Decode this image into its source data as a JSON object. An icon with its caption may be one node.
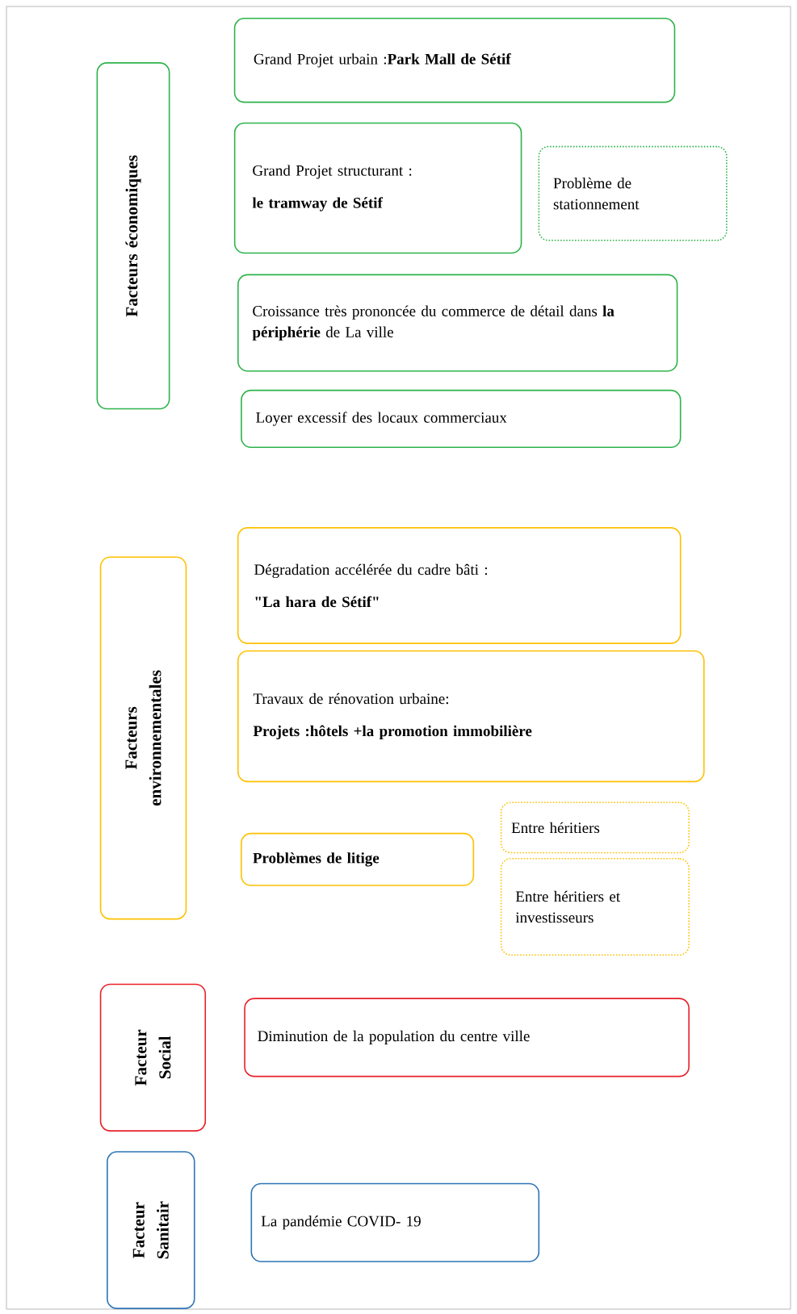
{
  "diagram": {
    "nodes": [
      {
        "text": [
          "Facteurs économiques"
        ]
      },
      {
        "text": [
          "Grand Projet urbain :**Park Mall de Sétif**"
        ]
      },
      {
        "text": [
          "Grand Projet structurant :",
          "le tramway  de Sétif"
        ]
      },
      {
        "text": [
          "Problème de stationnement"
        ]
      },
      {
        "text": [
          "Croissance très prononcée du commerce de détail dans **la périphérie** de La ville"
        ]
      },
      {
        "text": [
          "Loyer excessif des locaux commerciaux"
        ]
      },
      {
        "text": [
          "Facteurs environnementales"
        ]
      },
      {
        "text": [
          "Dégradation accélérée du cadre bâti :",
          "\"La hara  de Sétif\""
        ]
      },
      {
        "text": [
          "Travaux de rénovation urbaine:",
          "Projets :hôtels +la promotion immobilière"
        ]
      },
      {
        "text": [
          "Problèmes de litige"
        ]
      },
      {
        "text": [
          "Entre héritiers"
        ]
      },
      {
        "text": [
          "Entre héritiers et investisseurs"
        ]
      },
      {
        "text": [
          "Facteur Social"
        ]
      },
      {
        "text": [
          "Diminution de la population du centre ville"
        ]
      },
      {
        "text": [
          "Facteur Sanitair"
        ]
      },
      {
        "text": [
          "La pandémie COVID- 19"
        ]
      }
    ]
  }
}
